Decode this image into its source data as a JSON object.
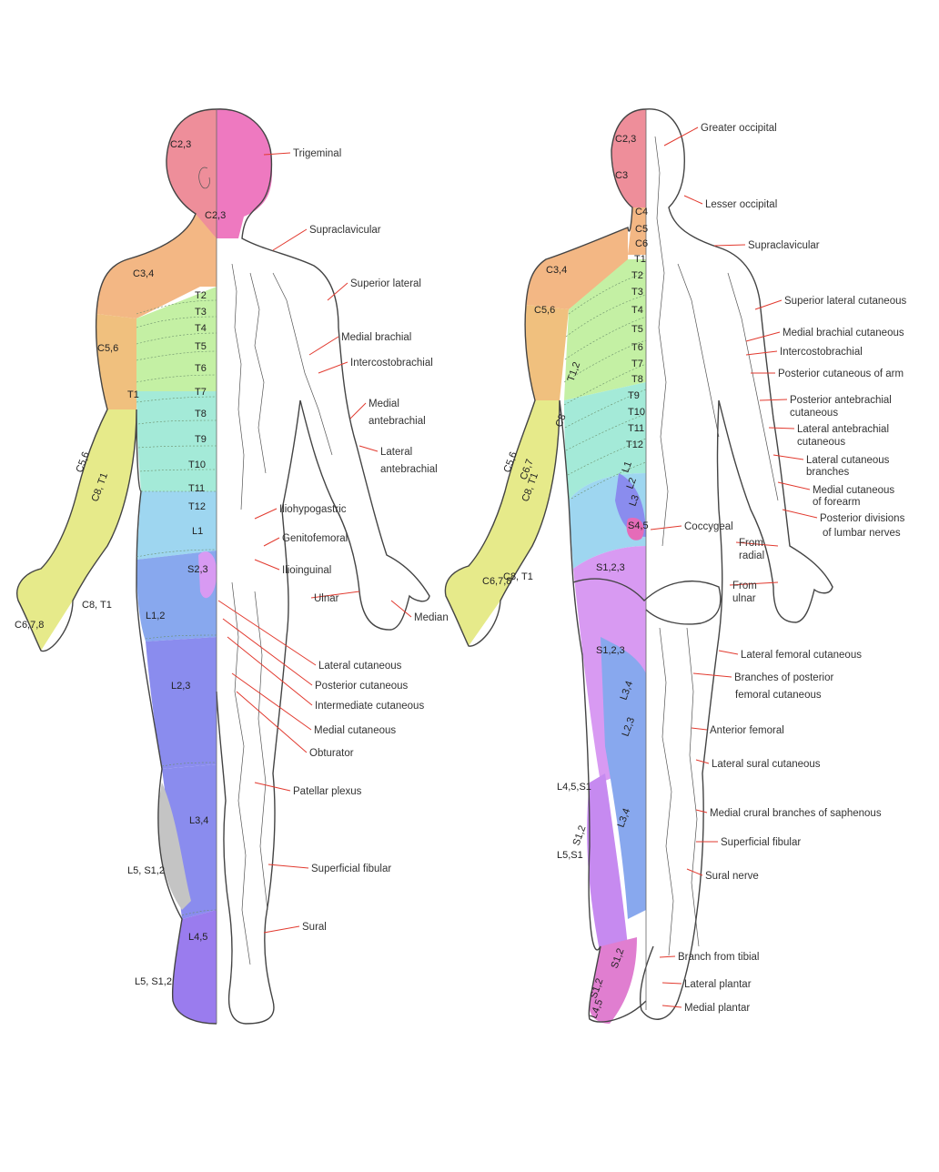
{
  "colors": {
    "c2_3": "#ee8e9a",
    "trigeminal": "#ee79c0",
    "c3_4": "#f3b784",
    "c5_6": "#f0c07e",
    "thoracic_upper": "#c4f0a4",
    "thoracic_lower": "#a4ead8",
    "lumbar_1": "#9ed6f0",
    "lumbar_2": "#88a8ee",
    "lumbar_3": "#8a8cee",
    "lumbar_4": "#9a7cee",
    "sacral": "#d89af2",
    "arm_c6": "#e6ea8a",
    "l5_grey": "#c4c4c4",
    "leader": "#e23a2f"
  },
  "front": {
    "segments": [
      "C2,3",
      "C2,3",
      "C3,4",
      "T2",
      "T3",
      "T4",
      "T5",
      "T6",
      "T7",
      "T8",
      "T9",
      "T10",
      "T11",
      "T12",
      "C5,6",
      "T1",
      "C5,6",
      "C8, T1",
      "L1",
      "S2,3",
      "C8, T1",
      "C6,7,8",
      "L1,2",
      "L2,3",
      "L3,4",
      "L5, S1,2",
      "L4,5",
      "L5, S1,2"
    ],
    "nerves": [
      "Trigeminal",
      "Supraclavicular",
      "Superior lateral",
      "Medial brachial",
      "Intercostobrachial",
      "Medial",
      "antebrachial",
      "Lateral",
      "antebrachial",
      "Iliohypogastric",
      "Genitofemoral",
      "Ilioinguinal",
      "Ulnar",
      "Median",
      "Lateral cutaneous",
      "Posterior cutaneous",
      "Intermediate cutaneous",
      "Medial cutaneous",
      "Obturator",
      "Patellar plexus",
      "Superficial fibular",
      "Sural"
    ]
  },
  "back": {
    "segments": [
      "C2,3",
      "C3",
      "C4",
      "C5",
      "C6",
      "T1",
      "C3,4",
      "T2",
      "T3",
      "C5,6",
      "T4",
      "T5",
      "T6",
      "T1,2",
      "T7",
      "T8",
      "T9",
      "T10",
      "T11",
      "C8",
      "T12",
      "C5,6",
      "C6,7",
      "C8, T1",
      "L1",
      "L2",
      "L3",
      "S4,5",
      "C6,7,8",
      "C8, T1",
      "S1,2,3",
      "S1,2,3",
      "L3,4",
      "L2,3",
      "L4,5,S1",
      "S1,2",
      "L3,4",
      "L5,S1",
      "S1,2",
      "S1,2",
      "L4,5"
    ],
    "nerves": [
      "Greater occipital",
      "Lesser occipital",
      "Supraclavicular",
      "Superior lateral cutaneous",
      "Medial brachial cutaneous",
      "Intercostobrachial",
      "Posterior cutaneous of arm",
      "Posterior antebrachial",
      "cutaneous",
      "Lateral antebrachial",
      "cutaneous",
      "Lateral cutaneous",
      "branches",
      "Medial cutaneous",
      "of forearm",
      "Posterior divisions",
      "of lumbar nerves",
      "Coccygeal",
      "From",
      "radial",
      "From",
      "ulnar",
      "Lateral femoral cutaneous",
      "Branches of posterior",
      "femoral cutaneous",
      "Anterior femoral",
      "Lateral sural cutaneous",
      "Medial crural branches of saphenous",
      "Superficial fibular",
      "Sural nerve",
      "Branch from tibial",
      "Lateral plantar",
      "Medial plantar"
    ]
  }
}
